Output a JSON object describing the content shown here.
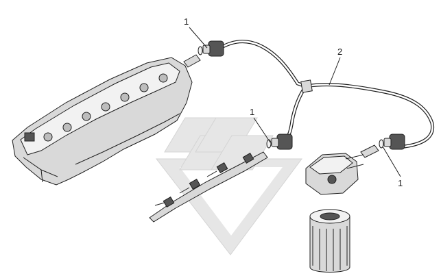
{
  "callouts": {
    "top_left": "1",
    "hose": "2",
    "middle": "1",
    "right": "1"
  },
  "colors": {
    "line": "#1e1e1e",
    "fill": "#d9d9d9",
    "watermark": "#e6e6e6"
  }
}
